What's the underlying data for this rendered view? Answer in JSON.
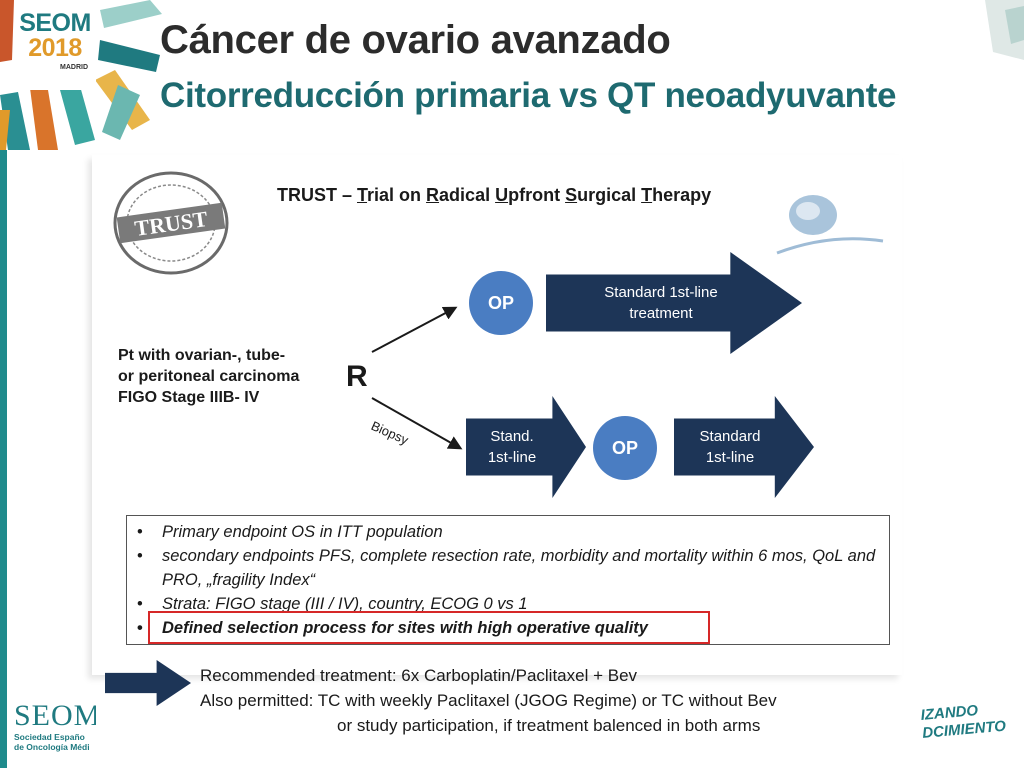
{
  "branding": {
    "logo_top": {
      "name": "SEOM",
      "year": "2018",
      "city": "MADRID"
    },
    "logo_bottom": {
      "name": "SEOM",
      "society": "Sociedad Españo",
      "society_line2": "de Oncología Médi"
    },
    "footer_right": {
      "line1": "IZANDO",
      "line2": "DCIMIENTO"
    },
    "colors": {
      "teal": "#1f7a80",
      "orange": "#e09a2a",
      "navy": "#1d3557",
      "op_blue": "#4a7dc2",
      "highlight_red": "#d62828"
    }
  },
  "slide": {
    "title": "Cáncer de ovario avanzado",
    "subtitle": "Citorreducción primaria vs QT neoadyuvante"
  },
  "trust": {
    "seal_text": "TRUST",
    "heading_parts": [
      "TRUST – ",
      "T",
      "rial on ",
      "R",
      "adical ",
      "U",
      "pfront ",
      "S",
      "urgical ",
      "T",
      "herapy"
    ]
  },
  "diagram": {
    "patient_line1": "Pt with ovarian-, tube-",
    "patient_line2": "or peritoneal carcinoma",
    "patient_line3": "FIGO Stage IIIB- IV",
    "randomization": "R",
    "biopsy": "Biopsy",
    "op_label": "OP",
    "arm1_treatment_line1": "Standard 1st-line",
    "arm1_treatment_line2": "treatment",
    "arm2_first_line1": "Stand.",
    "arm2_first_line2": "1st-line",
    "arm2_after_line1": "Standard",
    "arm2_after_line2": "1st-line"
  },
  "endpoints": [
    "Primary endpoint OS in ITT population",
    "secondary endpoints PFS, complete resection rate, morbidity and mortality within 6 mos, QoL and PRO, „fragility Index“",
    "Strata: FIGO stage (III / IV), country, ECOG 0 vs 1",
    "Defined selection process for sites with high  operative quality"
  ],
  "recommendation": {
    "line1": "Recommended treatment: 6x Carboplatin/Paclitaxel + Bev",
    "line2": "Also permitted: TC with weekly Paclitaxel (JGOG Regime) or TC without Bev",
    "line3": "or study participation, if treatment balenced in both arms"
  }
}
